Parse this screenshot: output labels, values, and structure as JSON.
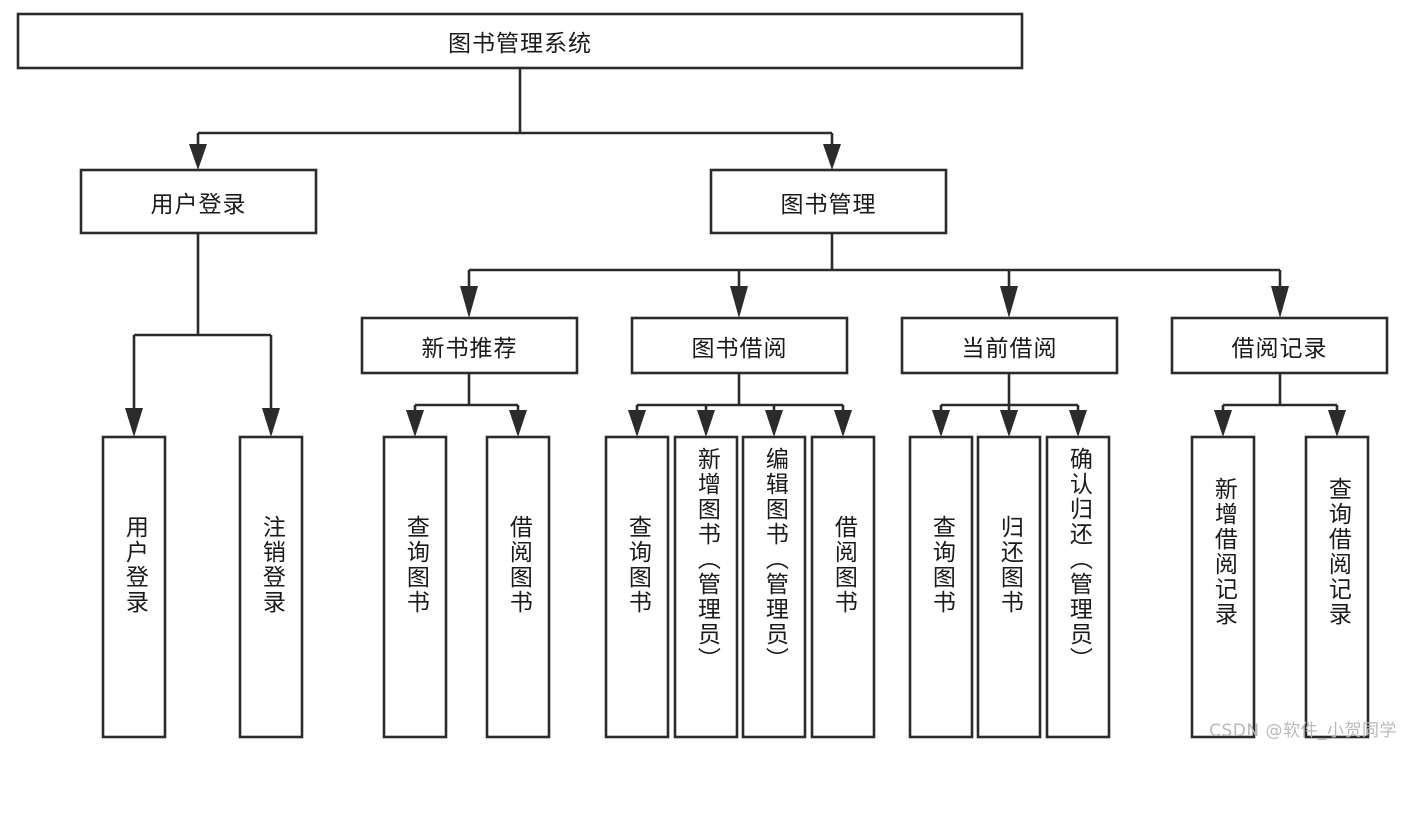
{
  "diagram": {
    "type": "tree",
    "title": "图书管理系统",
    "watermark": "CSDN @软件_小贺同学",
    "colors": {
      "box_stroke": "#2b2b2b",
      "box_fill": "#ffffff",
      "text": "#1a1a1a",
      "background": "#ffffff",
      "watermark": "#b9b9b9"
    },
    "root": {
      "label": "图书管理系统"
    },
    "level2": [
      {
        "label": "用户登录"
      },
      {
        "label": "图书管理"
      }
    ],
    "level3": [
      {
        "label": "新书推荐"
      },
      {
        "label": "图书借阅"
      },
      {
        "label": "当前借阅"
      },
      {
        "label": "借阅记录"
      }
    ],
    "leaves": {
      "user_login": [
        {
          "label": "用户登录"
        },
        {
          "label": "注销登录"
        }
      ],
      "new_book": [
        {
          "label": "查询图书"
        },
        {
          "label": "借阅图书"
        }
      ],
      "book_borrow": [
        {
          "label": "查询图书"
        },
        {
          "label": "新增图书（管理员）"
        },
        {
          "label": "编辑图书（管理员）"
        },
        {
          "label": "借阅图书"
        }
      ],
      "current_borrow": [
        {
          "label": "查询图书"
        },
        {
          "label": "归还图书"
        },
        {
          "label": "确认归还（管理员）"
        }
      ],
      "borrow_record": [
        {
          "label": "新增借阅记录"
        },
        {
          "label": "查询借阅记录"
        }
      ]
    }
  }
}
